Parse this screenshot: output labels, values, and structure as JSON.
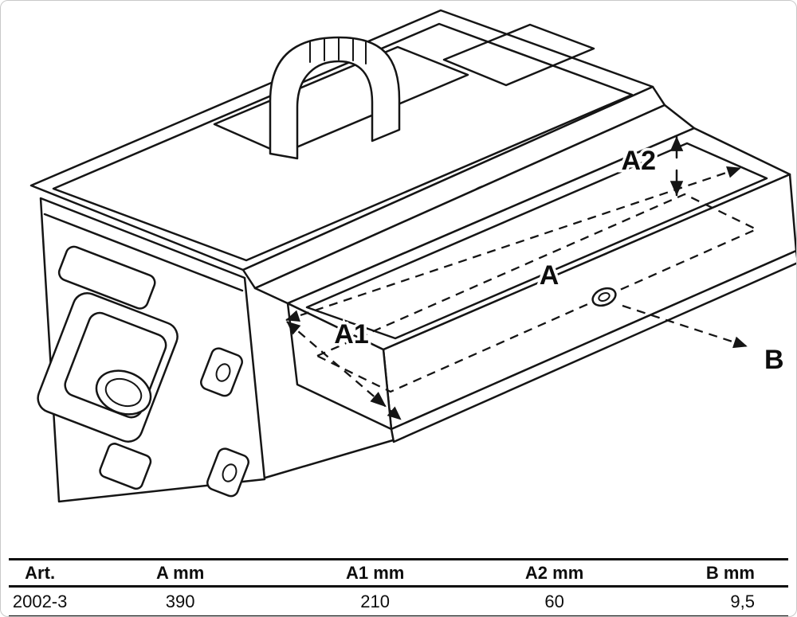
{
  "diagram": {
    "labels": {
      "a": "A",
      "a1": "A1",
      "a2": "A2",
      "b": "B"
    }
  },
  "table": {
    "headers": [
      "Art.",
      "A mm",
      "A1 mm",
      "A2 mm",
      "B mm"
    ],
    "rows": [
      [
        "2002-3",
        "390",
        "210",
        "60",
        "9,5"
      ]
    ]
  },
  "colors": {
    "line": "#151515",
    "background": "#ffffff"
  }
}
